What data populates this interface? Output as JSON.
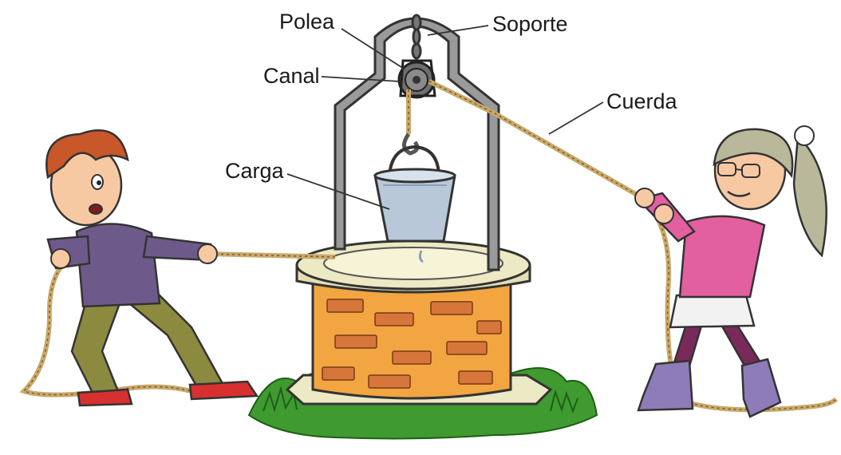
{
  "diagram": {
    "labels": {
      "polea": "Polea",
      "soporte": "Soporte",
      "canal": "Canal",
      "cuerda": "Cuerda",
      "carga": "Carga"
    },
    "colors": {
      "rope": "#c9a96a",
      "brick": "#f2a541",
      "stone": "#ece9c4",
      "grass": "#3f9a2f",
      "frame": "#9a9a9a",
      "bucket": "#b9c8d8",
      "boy_shirt": "#6e5a8a",
      "girl_shirt": "#e25fa0",
      "boots": "#8e7cb8"
    }
  }
}
